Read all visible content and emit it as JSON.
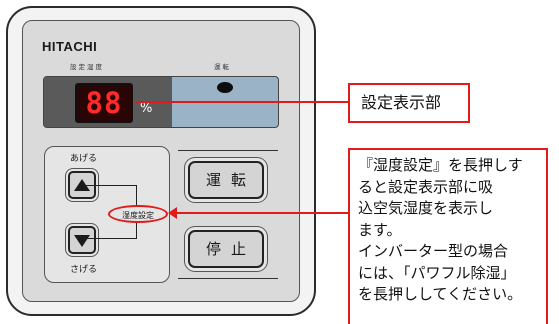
{
  "panel": {
    "brand": "HITACHI",
    "setting_label": "設定湿度",
    "run_label": "運転",
    "display_value": "88",
    "display_unit": "%",
    "up_caption": "あげる",
    "down_caption": "さげる",
    "humidity_setting_label": "湿度設定",
    "run_button": "運転",
    "stop_button": "停止"
  },
  "callouts": {
    "display_section": "設定表示部",
    "description_lines": [
      "『湿度設定』を長押しす",
      "ると設定表示部に吸",
      "込空気湿度を表示し",
      "ます。",
      "インバーター型の場合",
      "には、「パワフル除湿」",
      "を長押ししてください。"
    ]
  },
  "colors": {
    "accent_red": "#e01b1b",
    "led_red": "#ff2a2a",
    "display_blue": "#9bb3c6"
  }
}
